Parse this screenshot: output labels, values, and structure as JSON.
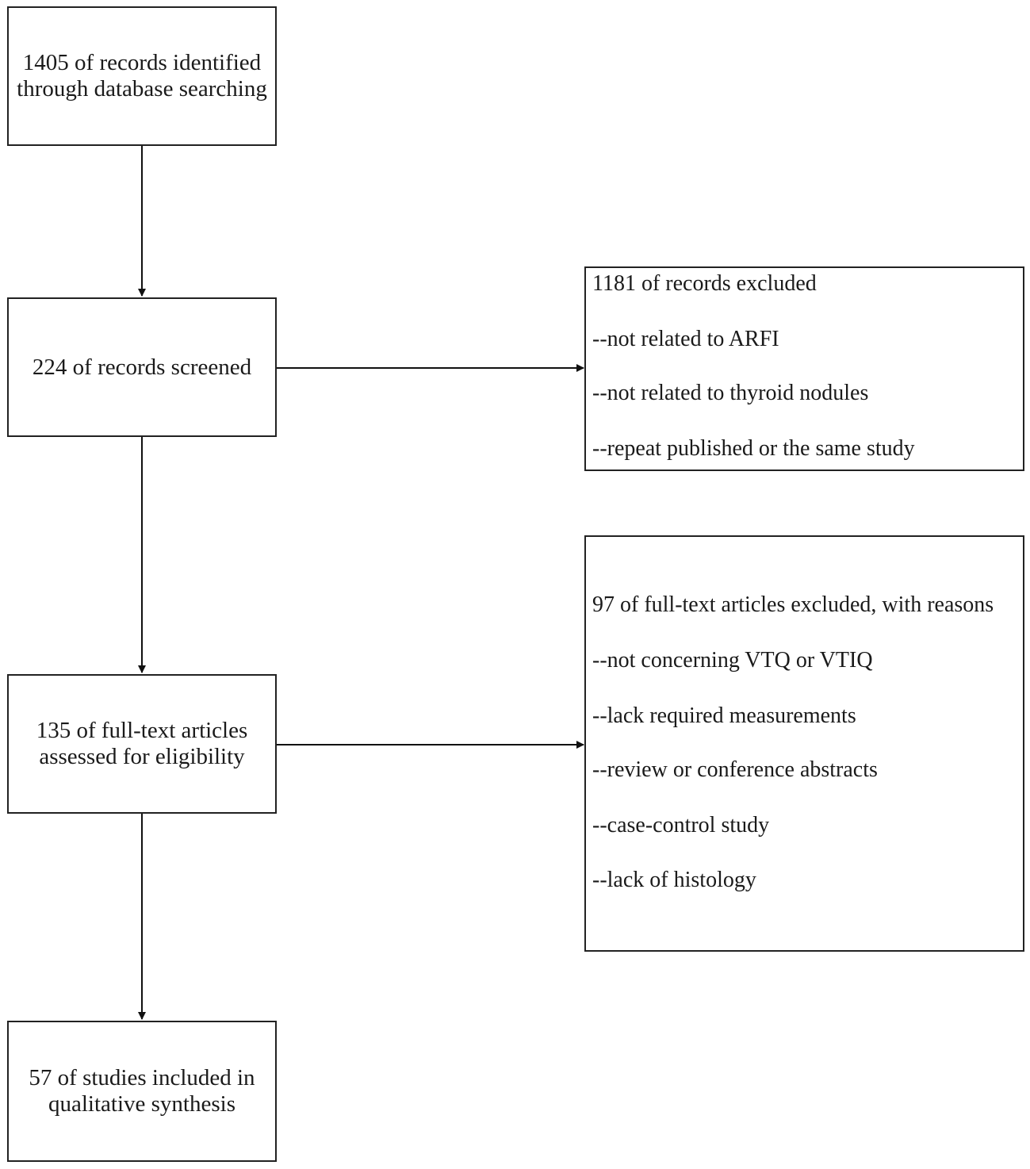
{
  "flowchart": {
    "identified": {
      "line1": "1405 of records identified",
      "line2": "through database searching"
    },
    "screened": {
      "line1": "224 of records screened"
    },
    "assessed": {
      "line1": "135 of full-text articles",
      "line2": "assessed for eligibility"
    },
    "included": {
      "line1": "57 of studies included in",
      "line2": "qualitative synthesis"
    },
    "records_excluded": {
      "title": "1181 of records excluded",
      "reasons": [
        "--not related to ARFI",
        "--not related to thyroid nodules",
        "--repeat published or the same study"
      ]
    },
    "fulltext_excluded": {
      "title": "97 of full-text articles excluded, with reasons",
      "reasons": [
        "--not concerning VTQ or VTIQ",
        "--lack required measurements",
        "--review or conference abstracts",
        "--case-control study",
        "--lack of histology"
      ]
    }
  }
}
